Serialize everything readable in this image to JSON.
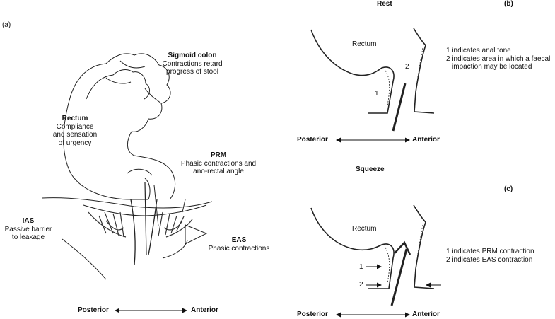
{
  "panels": {
    "a": "(a)",
    "b": "(b)",
    "c": "(c)"
  },
  "panel_a": {
    "sigmoid": {
      "title": "Sigmoid colon",
      "line1": "Contractions retard",
      "line2": "progress of stool"
    },
    "rectum": {
      "title": "Rectum",
      "line1": "Compliance",
      "line2": "and sensation",
      "line3": "of urgency"
    },
    "prm": {
      "title": "PRM",
      "line1": "Phasic contractions and",
      "line2": "ano-rectal angle"
    },
    "ias": {
      "title": "IAS",
      "line1": "Passive barrier",
      "line2": "to leakage"
    },
    "eas": {
      "title": "EAS",
      "line1": "Phasic contractions"
    },
    "axis": {
      "posterior": "Posterior",
      "anterior": "Anterior"
    }
  },
  "panel_b": {
    "title": "Rest",
    "rectum_label": "Rectum",
    "marker1": "1",
    "marker2": "2",
    "legend1": "1 indicates anal tone",
    "legend2": "2 indicates area in which a faecal",
    "legend3": "impaction may be located",
    "axis": {
      "posterior": "Posterior",
      "anterior": "Anterior"
    }
  },
  "panel_c": {
    "title": "Squeeze",
    "rectum_label": "Rectum",
    "marker1": "1",
    "marker2": "2",
    "legend1": "1 indicates PRM contraction",
    "legend2": "2 indicates EAS contraction",
    "axis": {
      "posterior": "Posterior",
      "anterior": "Anterior"
    }
  }
}
